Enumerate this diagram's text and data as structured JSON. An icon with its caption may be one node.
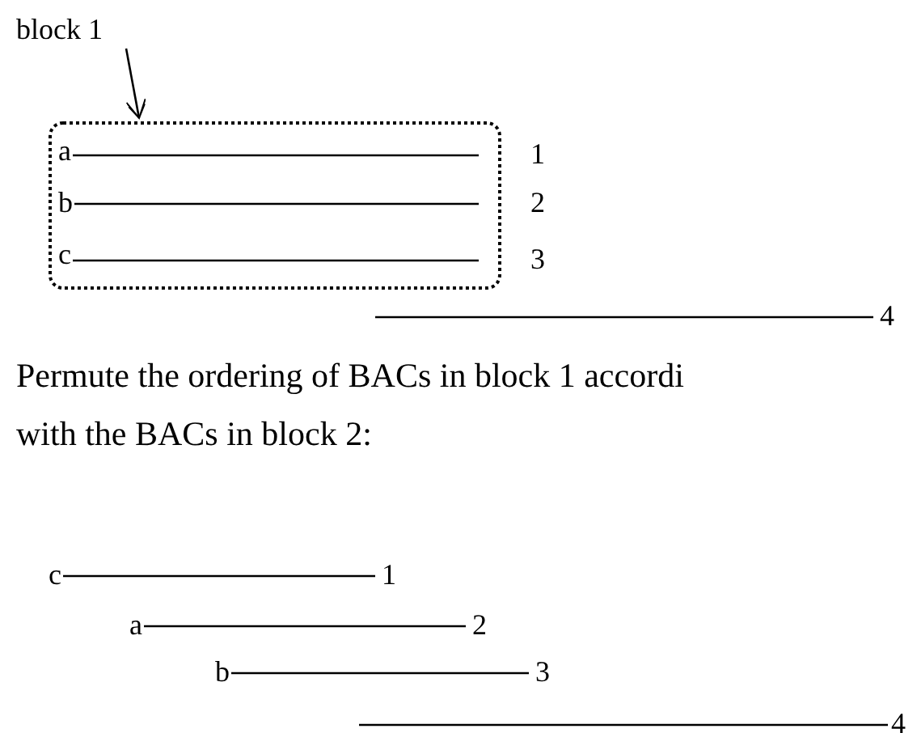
{
  "diagram": {
    "nodes": [
      {
        "text": [
          "block 1"
        ]
      },
      {
        "text": [],
        "shape": "box"
      },
      {
        "text": [
          "a"
        ],
        "in": 1
      },
      {
        "text": [
          "b"
        ],
        "in": 1
      },
      {
        "text": [
          "c"
        ],
        "in": 1
      },
      {
        "text": [
          "1"
        ]
      },
      {
        "text": [
          "2"
        ]
      },
      {
        "text": [
          "3"
        ]
      },
      {
        "text": [
          "4"
        ]
      },
      {
        "text": [
          "c"
        ]
      },
      {
        "text": [
          "1"
        ]
      },
      {
        "text": [
          "a"
        ]
      },
      {
        "text": [
          "2"
        ]
      },
      {
        "text": [
          "b"
        ]
      },
      {
        "text": [
          "3"
        ]
      },
      {
        "text": [
          "4"
        ]
      }
    ],
    "edges": [
      {
        "from": 0,
        "to": 1,
        "arrow": "to"
      },
      {
        "from": 2,
        "to": 5,
        "arrow": "none"
      },
      {
        "from": 3,
        "to": 6,
        "arrow": "none"
      },
      {
        "from": 4,
        "to": 7,
        "arrow": "none"
      },
      {
        "from": null,
        "to": 8,
        "arrow": "none"
      },
      {
        "from": 9,
        "to": 10,
        "arrow": "none"
      },
      {
        "from": 11,
        "to": 12,
        "arrow": "none"
      },
      {
        "from": 13,
        "to": 14,
        "arrow": "none"
      },
      {
        "from": null,
        "to": 15,
        "arrow": "none"
      }
    ],
    "labels": [
      "Permute the ordering of BACs in block 1 accordi with the BACs in block 2:"
    ]
  }
}
